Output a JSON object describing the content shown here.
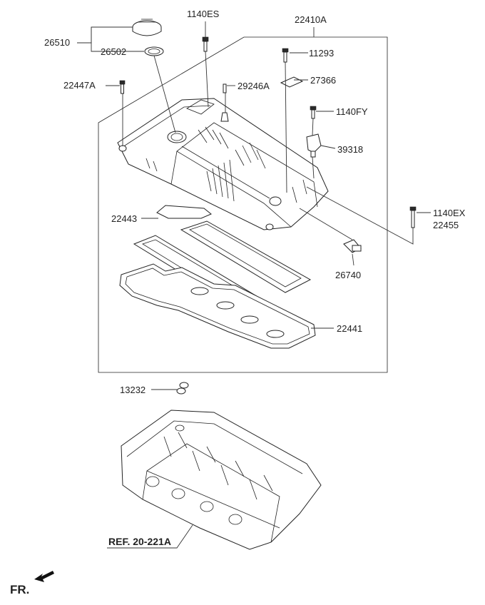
{
  "diagram": {
    "labels": {
      "p26510": "26510",
      "p26502": "26502",
      "p1140ES": "1140ES",
      "p22410A": "22410A",
      "p11293": "11293",
      "p22447A": "22447A",
      "p29246A": "29246A",
      "p27366": "27366",
      "p1140FY": "1140FY",
      "p39318": "39318",
      "p1140EX": "1140EX",
      "p22455": "22455",
      "p22443": "22443",
      "p26740": "26740",
      "p22441": "22441",
      "p13232": "13232",
      "ref": "REF. 20-221A",
      "fr": "FR."
    },
    "colors": {
      "line": "#222222",
      "background": "#ffffff"
    },
    "icons": {
      "front_direction": "arrow-icon"
    }
  }
}
